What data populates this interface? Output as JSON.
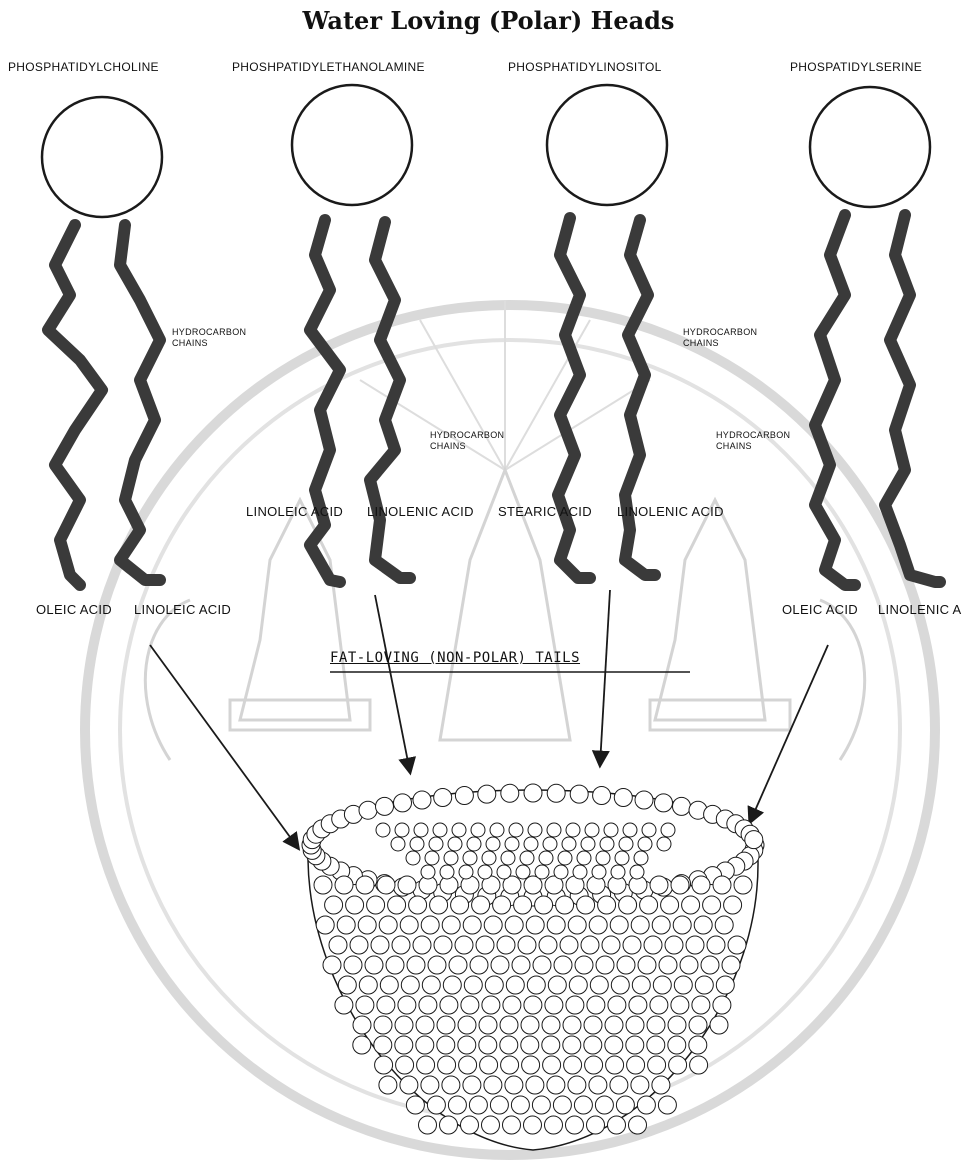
{
  "title": "Water Loving (Polar) Heads",
  "heads": [
    {
      "name": "PHOSPHATIDYLCHOLINE"
    },
    {
      "name": "PHOSHPATIDYLETHANOLAMINE"
    },
    {
      "name": "PHOSPHATIDYLINOSITOL"
    },
    {
      "name": "PHOSPATIDYLSERINE"
    }
  ],
  "acids": {
    "oleic_1": "OLEIC ACID",
    "linoleic_1": "LINOLEIC ACID",
    "linoleic_2": "LINOLEIC ACID",
    "linolenic_1": "LINOLENIC ACID",
    "stearic": "STEARIC ACID",
    "linolenic_2": "LINOLENIC ACID",
    "oleic_2": "OLEIC ACID",
    "linolenic_3": "LINOLENIC A"
  },
  "hydrocarbon_label": "HYDROCARBON CHAINS",
  "tails_label": "FAT-LOVING (NON-POLAR) TAILS",
  "colors": {
    "ink": "#1a1a1a",
    "watermark": "#d6d6d6",
    "chain": "#3a3a3a"
  }
}
